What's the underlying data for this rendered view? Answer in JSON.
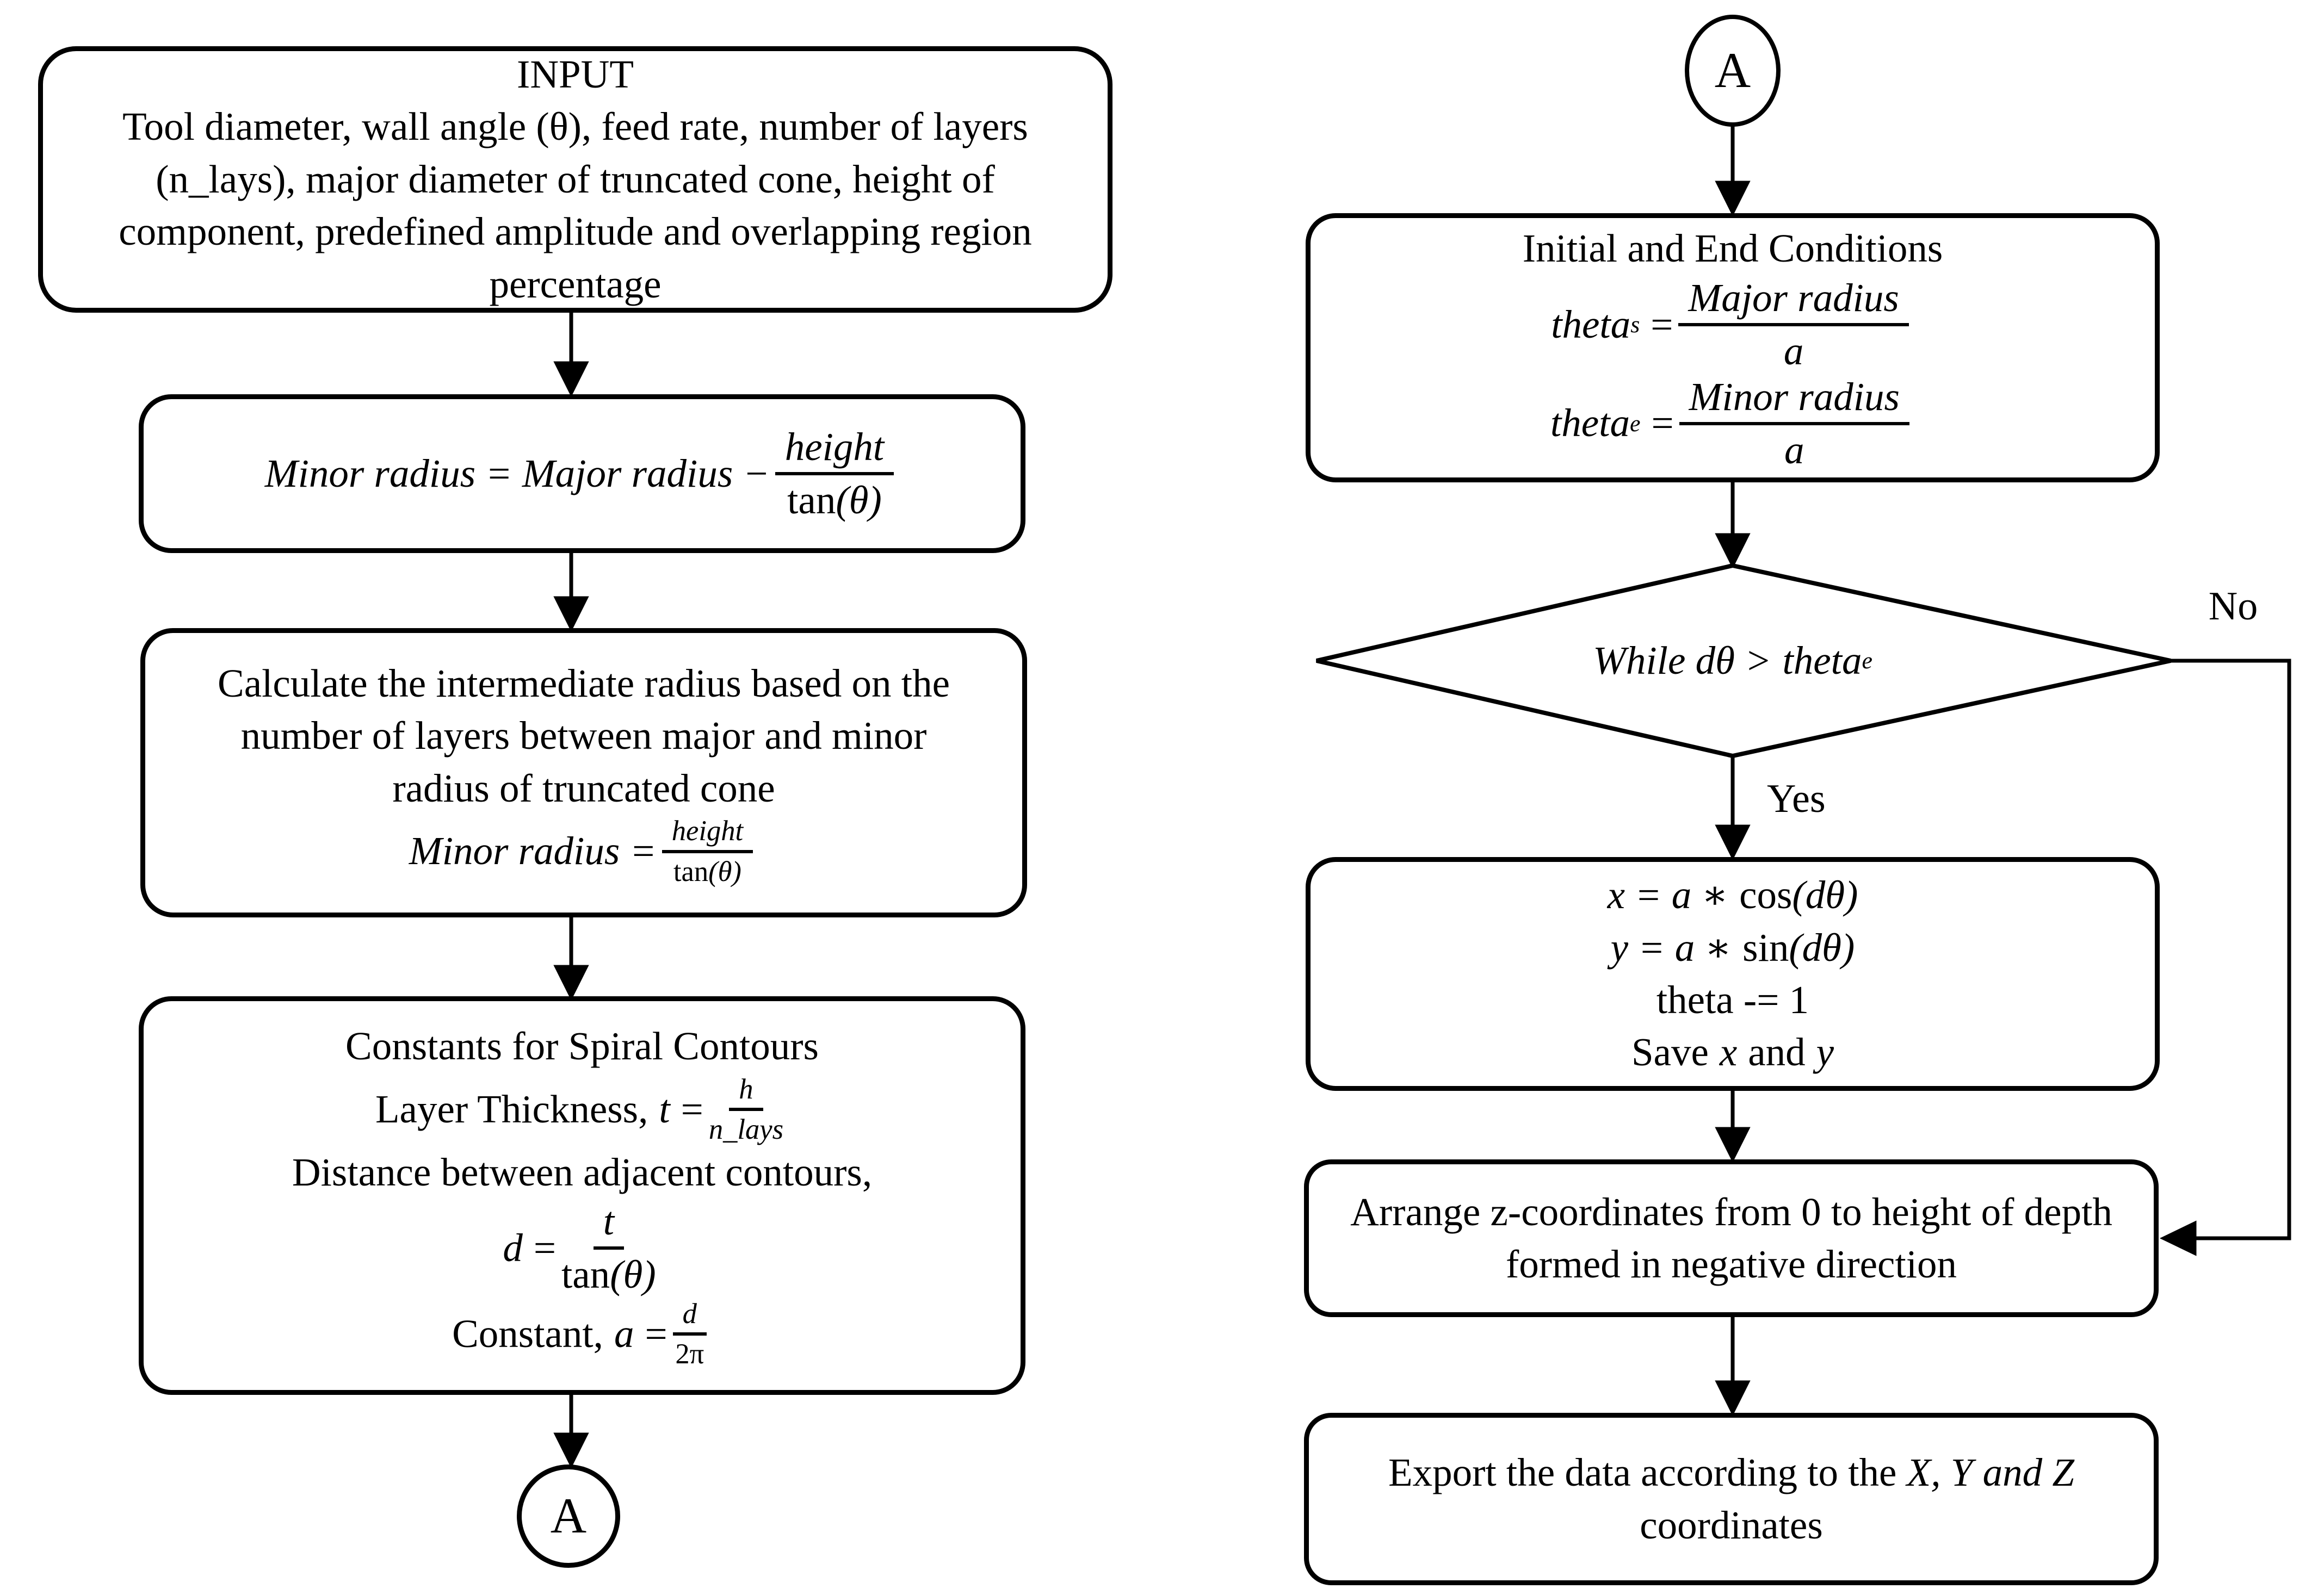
{
  "figure": {
    "type": "flowchart",
    "background": "#ffffff",
    "line_color": "#000000"
  },
  "left_column": {
    "input_box": {
      "title": "INPUT",
      "body": "Tool diameter, wall angle (θ), feed rate, number of layers (n_lays), major diameter of truncated cone, height of component, predefined amplitude and overlapping region percentage"
    },
    "minor_radius_box": {
      "lhs": "Minor radius = Major radius −",
      "frac_num": "height",
      "frac_den_fn": "tan",
      "frac_den_arg": "(θ)"
    },
    "intermediate_box": {
      "body": "Calculate the intermediate radius based on the number of layers between major and minor radius of truncated cone",
      "formula_lhs": "Minor radius =",
      "frac_num": "height",
      "frac_den_fn": "tan",
      "frac_den_arg": "(θ)"
    },
    "constants_box": {
      "title": "Constants for Spiral Contours",
      "layer_label": "Layer Thickness,",
      "layer_var": "t",
      "layer_eq": "=",
      "layer_num": "h",
      "layer_den": "n_lays",
      "distance_label": "Distance between adjacent contours,",
      "distance_var": "d",
      "distance_eq": "=",
      "distance_num": "t",
      "distance_den_fn": "tan",
      "distance_den_arg": "(θ)",
      "constant_label": "Constant,",
      "constant_var": "a",
      "constant_eq": "=",
      "constant_num": "d",
      "constant_den": "2π"
    },
    "connector": {
      "label": "A"
    }
  },
  "right_column": {
    "connector": {
      "label": "A"
    },
    "conditions_box": {
      "title": "Initial and End Conditions",
      "theta_start_base": "theta",
      "theta_start_sub": "s",
      "theta_start_eq": "=",
      "theta_start_num": "Major radius",
      "theta_start_den": "a",
      "theta_end_base": "theta",
      "theta_end_sub": "e",
      "theta_end_eq": "=",
      "theta_end_num": "Minor radius",
      "theta_end_den": "a"
    },
    "decision": {
      "condition": "While dθ >",
      "theta_base": "theta",
      "theta_sub": "e",
      "yes_label": "Yes",
      "no_label": "No"
    },
    "loop_box": {
      "line1_lhs": "x = a ∗",
      "line1_fn": "cos",
      "line1_arg": "(dθ)",
      "line2_lhs": "y = a ∗",
      "line2_fn": "sin",
      "line2_arg": "(dθ)",
      "line3": "theta -= 1",
      "line4_prefix": "Save",
      "line4_x": "x",
      "line4_mid": "and",
      "line4_y": "y"
    },
    "arrange_box": {
      "body": "Arrange z-coordinates from 0 to height of depth formed in negative direction"
    },
    "export_box": {
      "prefix": "Export the data according to the",
      "vars": "X, Y and Z",
      "suffix": "coordinates"
    }
  }
}
